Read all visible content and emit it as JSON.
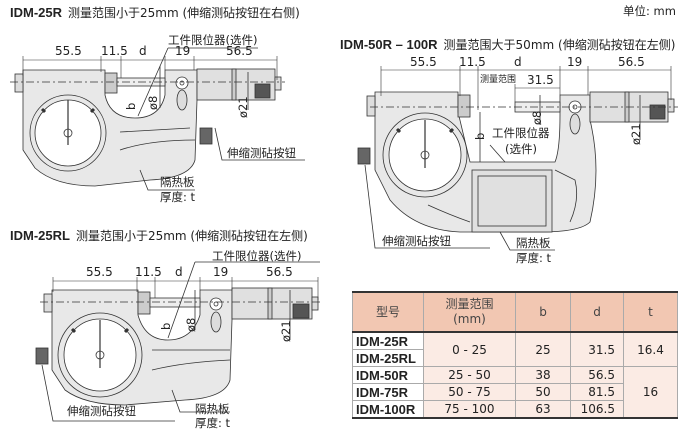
{
  "unit_label": "单位: mm",
  "diagrams": [
    {
      "model": "IDM-25R",
      "title": "测量范围小于25mm (伸缩测砧按钮在右侧)",
      "dims": [
        "55.5",
        "11.5",
        "d",
        "19",
        "56.5"
      ],
      "b": "b",
      "d8": "ø8",
      "d21": "ø21",
      "stopper": "工件限位器(选件)",
      "button": "伸缩测砧按钮",
      "plate": "隔热板",
      "thickness": "厚度: t"
    },
    {
      "model": "IDM-50R – 100R",
      "title": "测量范围大于50mm (伸缩测砧按钮在左侧)",
      "dims": [
        "55.5",
        "11.5",
        "d",
        "19",
        "56.5"
      ],
      "range_small": "测量范围",
      "dim_31_5": "31.5",
      "b": "b",
      "d8": "ø8",
      "d21": "ø21",
      "stopper": "工件限位器",
      "stopper_opt": "(选件)",
      "button": "伸缩测砧按钮",
      "plate": "隔热板",
      "thickness": "厚度: t"
    },
    {
      "model": "IDM-25RL",
      "title": "测量范围小于25mm (伸缩测砧按钮在左侧)",
      "dims": [
        "55.5",
        "11.5",
        "d",
        "19",
        "56.5"
      ],
      "b": "b",
      "d8": "ø8",
      "d21": "ø21",
      "stopper": "工件限位器(选件)",
      "button": "伸缩测砧按钮",
      "plate": "隔热板",
      "thickness": "厚度: t"
    }
  ],
  "table": {
    "headers": [
      "型号",
      "测量范围",
      "(mm)",
      "b",
      "d",
      "t"
    ],
    "rows": [
      {
        "model": "IDM-25R"
      },
      {
        "model": "IDM-25RL"
      },
      {
        "model": "IDM-50R",
        "range": "25 - 50",
        "b": "38",
        "d": "56.5"
      },
      {
        "model": "IDM-75R",
        "range": "50 - 75",
        "b": "50",
        "d": "81.5"
      },
      {
        "model": "IDM-100R",
        "range": "75 - 100",
        "b": "63",
        "d": "106.5"
      }
    ],
    "merged_25": {
      "range": "0 - 25",
      "b": "25",
      "d": "31.5",
      "t": "16.4"
    },
    "merged_t": "16",
    "header_color": "#f2c7b2",
    "body_color": "#fbebe4"
  }
}
